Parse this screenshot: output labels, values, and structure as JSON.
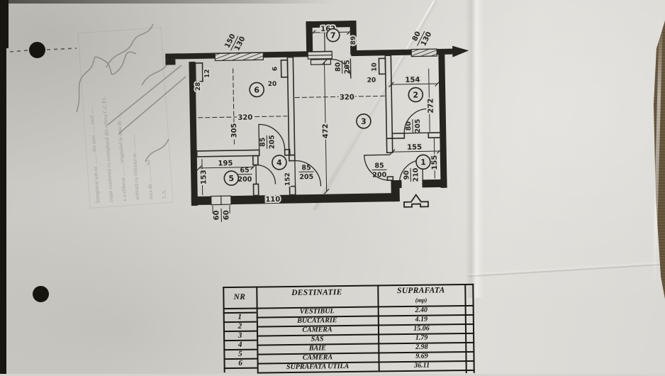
{
  "document_type": "apartment floor plan scan",
  "plan": {
    "rooms": {
      "r1": "1",
      "r2": "2",
      "r3": "3",
      "r4": "4",
      "r5": "5",
      "r6": "6",
      "r7": "7"
    },
    "dims": {
      "room6_w": "320",
      "room6_h": "305",
      "room6_pier_t": "12",
      "room6_pier_w": "28",
      "room6_nib_t": "6",
      "room6_nib_w": "20",
      "room3_w": "320",
      "room3_h": "472",
      "room7_w": "162",
      "room7_d": "89",
      "room2_w": "154",
      "room2_h": "272",
      "room2_nib_t": "10",
      "room2_nib_w": "20",
      "room1_w": "155",
      "room1_h": "155",
      "room5_w": "195",
      "room5_h": "153",
      "room4_w": "110",
      "room4_h": "152"
    },
    "doors": {
      "balcony_n": "80",
      "balcony_d": "205",
      "sas_a_n": "85",
      "sas_a_d": "205",
      "sas_b_n": "85",
      "sas_b_d": "205",
      "bath_n": "65",
      "bath_d": "200",
      "kitchen_n": "80",
      "kitchen_d": "205",
      "hall_n": "85",
      "hall_d": "200",
      "entry_n": "90",
      "entry_d": "210"
    },
    "windows": {
      "left_n": "150",
      "left_d": "130",
      "right_n": "80",
      "right_d": "130",
      "bottom_a": "60",
      "bottom_b": "60"
    }
  },
  "stamp": {
    "lines": [
      "Înregistrat sub nr. ........ din ziua ...... anul ......",
      "copie conformă cu exemplarul din arhiva C.C.P.I.",
      "s-a eliberat ......... originalul la data de .......",
      "achitată cu chitanţa nr. .............",
      "taxa de ............ lei",
      "L.S."
    ]
  },
  "table": {
    "headers": {
      "nr": "NR",
      "dest": "DESTINATIE",
      "supr": "SUPRAFATA",
      "supr_unit": "(mp)"
    },
    "nr_values": [
      "1",
      "2",
      "3",
      "4",
      "5",
      "6"
    ],
    "rows": [
      {
        "dest": "VESTIBUL",
        "mp": "2.40"
      },
      {
        "dest": "BUCATARIE",
        "mp": "4.19"
      },
      {
        "dest": "CAMERA",
        "mp": "15.06"
      },
      {
        "dest": "SAS",
        "mp": "1.79"
      },
      {
        "dest": "BAIE",
        "mp": "2.98"
      },
      {
        "dest": "CAMERA",
        "mp": "9.69"
      },
      {
        "dest": "SUPRAFATA UTILA",
        "mp": "36.11"
      }
    ]
  }
}
